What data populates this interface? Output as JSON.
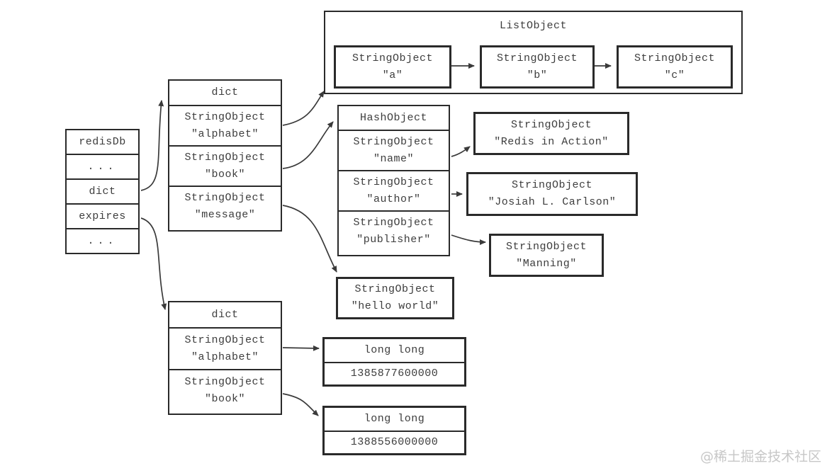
{
  "boxes": {
    "redisdb": {
      "rows": [
        "redisDb",
        "...",
        "dict",
        "expires",
        "..."
      ]
    },
    "dict_top": {
      "title": "dict",
      "cells": [
        {
          "l1": "StringObject",
          "l2": "\"alphabet\""
        },
        {
          "l1": "StringObject",
          "l2": "\"book\""
        },
        {
          "l1": "StringObject",
          "l2": "\"message\""
        }
      ]
    },
    "list": {
      "title": "ListObject",
      "items": [
        {
          "l1": "StringObject",
          "l2": "\"a\""
        },
        {
          "l1": "StringObject",
          "l2": "\"b\""
        },
        {
          "l1": "StringObject",
          "l2": "\"c\""
        }
      ]
    },
    "hash": {
      "title": "HashObject",
      "cells": [
        {
          "l1": "StringObject",
          "l2": "\"name\""
        },
        {
          "l1": "StringObject",
          "l2": "\"author\""
        },
        {
          "l1": "StringObject",
          "l2": "\"publisher\""
        }
      ]
    },
    "redis_in_action": {
      "l1": "StringObject",
      "l2": "\"Redis in Action\""
    },
    "josiah": {
      "l1": "StringObject",
      "l2": "\"Josiah L. Carlson\""
    },
    "manning": {
      "l1": "StringObject",
      "l2": "\"Manning\""
    },
    "hello_world": {
      "l1": "StringObject",
      "l2": "\"hello world\""
    },
    "dict_bottom": {
      "title": "dict",
      "cells": [
        {
          "l1": "StringObject",
          "l2": "\"alphabet\""
        },
        {
          "l1": "StringObject",
          "l2": "\"book\""
        }
      ]
    },
    "long_long_1": {
      "title": "long long",
      "value": "1385877600000"
    },
    "long_long_2": {
      "title": "long long",
      "value": "1388556000000"
    }
  },
  "watermark": {
    "text": "@稀土掘金技术社区"
  },
  "colors": {
    "background": "#ffffff",
    "border": "#2a2a2a",
    "text": "#3d3d3d",
    "arrow": "#3a3a3a",
    "watermark": "#c7c7c7"
  }
}
